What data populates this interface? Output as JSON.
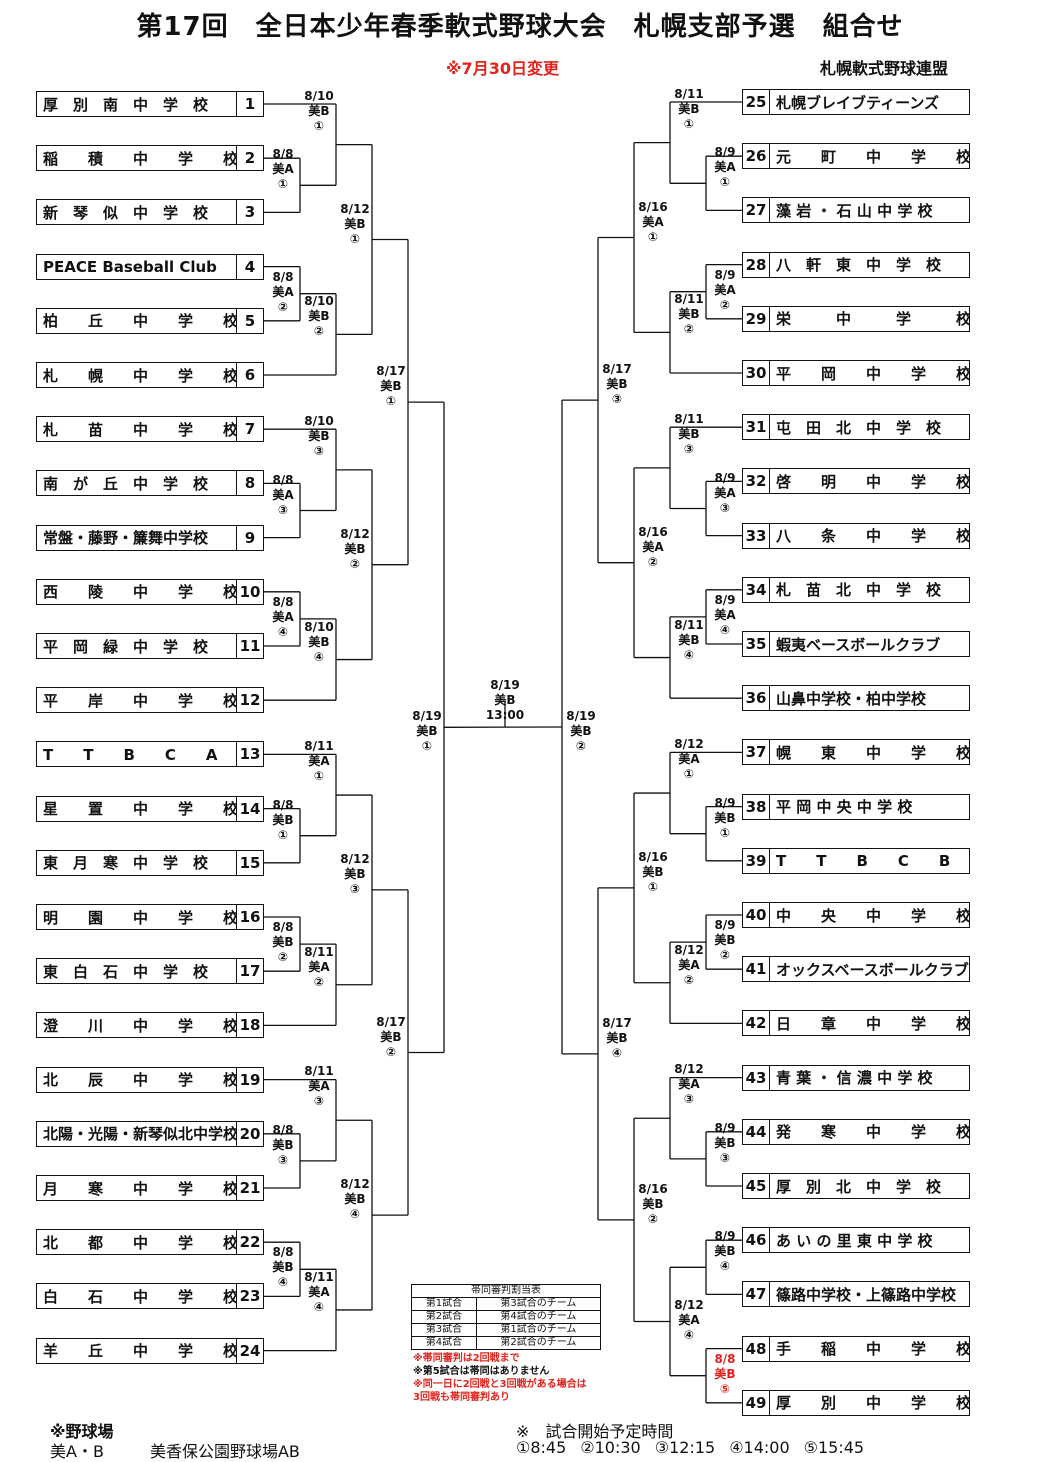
{
  "title": "第17回　全日本少年春季軟式野球大会　札幌支部予選　組合せ",
  "change_note": "※7月30日変更",
  "organization": "札幌軟式野球連盟",
  "left_teams": [
    {
      "num": "1",
      "name": "厚　別　南　中　学　校"
    },
    {
      "num": "2",
      "name": "稲　　積　　中　　学　　校"
    },
    {
      "num": "3",
      "name": "新　琴　似　中　学　校"
    },
    {
      "num": "4",
      "name": "PEACE  Baseball  Club"
    },
    {
      "num": "5",
      "name": "柏　　丘　　中　　学　　校"
    },
    {
      "num": "6",
      "name": "札　　幌　　中　　学　　校"
    },
    {
      "num": "7",
      "name": "札　　苗　　中　　学　　校"
    },
    {
      "num": "8",
      "name": "南　が　丘　中　学　校"
    },
    {
      "num": "9",
      "name": "常盤・藤野・簾舞中学校"
    },
    {
      "num": "10",
      "name": "西　　陵　　中　　学　　校"
    },
    {
      "num": "11",
      "name": "平　岡　緑　中　学　校"
    },
    {
      "num": "12",
      "name": "平　　岸　　中　　学　　校"
    },
    {
      "num": "13",
      "name": "T　　T　　B　　C　　A"
    },
    {
      "num": "14",
      "name": "星　　置　　中　　学　　校"
    },
    {
      "num": "15",
      "name": "東　月　寒　中　学　校"
    },
    {
      "num": "16",
      "name": "明　　園　　中　　学　　校"
    },
    {
      "num": "17",
      "name": "東　白　石　中　学　校"
    },
    {
      "num": "18",
      "name": "澄　　川　　中　　学　　校"
    },
    {
      "num": "19",
      "name": "北　　辰　　中　　学　　校"
    },
    {
      "num": "20",
      "name": "北陽・光陽・新琴似北中学校"
    },
    {
      "num": "21",
      "name": "月　　寒　　中　　学　　校"
    },
    {
      "num": "22",
      "name": "北　　都　　中　　学　　校"
    },
    {
      "num": "23",
      "name": "白　　石　　中　　学　　校"
    },
    {
      "num": "24",
      "name": "羊　　丘　　中　　学　　校"
    }
  ],
  "right_teams": [
    {
      "num": "25",
      "name": "札幌ブレイブティーンズ"
    },
    {
      "num": "26",
      "name": "元　　町　　中　　学　　校"
    },
    {
      "num": "27",
      "name": "藻 岩 ・ 石 山 中 学 校"
    },
    {
      "num": "28",
      "name": "八　軒　東　中　学　校"
    },
    {
      "num": "29",
      "name": "栄　　　中　　　学　　　校"
    },
    {
      "num": "30",
      "name": "平　　岡　　中　　学　　校"
    },
    {
      "num": "31",
      "name": "屯　田　北　中　学　校"
    },
    {
      "num": "32",
      "name": "啓　　明　　中　　学　　校"
    },
    {
      "num": "33",
      "name": "八　　条　　中　　学　　校"
    },
    {
      "num": "34",
      "name": "札　苗　北　中　学　校"
    },
    {
      "num": "35",
      "name": "蝦夷ベースボールクラブ"
    },
    {
      "num": "36",
      "name": "山鼻中学校・柏中学校"
    },
    {
      "num": "37",
      "name": "幌　　東　　中　　学　　校"
    },
    {
      "num": "38",
      "name": "平 岡 中 央 中 学 校"
    },
    {
      "num": "39",
      "name": "T　　T　　B　　C　　B"
    },
    {
      "num": "40",
      "name": "中　　央　　中　　学　　校"
    },
    {
      "num": "41",
      "name": "オックスベースボールクラブ"
    },
    {
      "num": "42",
      "name": "日　　章　　中　　学　　校"
    },
    {
      "num": "43",
      "name": "青 葉 ・ 信 濃 中 学 校"
    },
    {
      "num": "44",
      "name": "発　　寒　　中　　学　　校"
    },
    {
      "num": "45",
      "name": "厚　別　北　中　学　校"
    },
    {
      "num": "46",
      "name": "あ い の 里 東 中 学 校"
    },
    {
      "num": "47",
      "name": "篠路中学校・上篠路中学校"
    },
    {
      "num": "48",
      "name": "手　　稲　　中　　学　　校"
    },
    {
      "num": "49",
      "name": "厚　　別　　中　　学　　校"
    }
  ],
  "match_labels": {
    "L_r1_a": "8/8\n美A\n①",
    "L_r2_a": "8/10\n美B\n①",
    "L_r1_b": "8/8\n美A\n②",
    "L_r2_b": "8/10\n美B\n②",
    "L_r1_c": "8/8\n美A\n③",
    "L_r2_c": "8/10\n美B\n③",
    "L_r1_d": "8/8\n美A\n④",
    "L_r2_d": "8/10\n美B\n④",
    "L_r1_e": "8/8\n美B\n①",
    "L_r2_e": "8/11\n美A\n①",
    "L_r1_f": "8/8\n美B\n②",
    "L_r2_f": "8/11\n美A\n②",
    "L_r1_g": "8/8\n美B\n③",
    "L_r2_g": "8/11\n美A\n③",
    "L_r1_h": "8/8\n美B\n④",
    "L_r2_h": "8/11\n美A\n④",
    "L_r3_a": "8/12\n美B\n①",
    "L_r3_b": "8/12\n美B\n②",
    "L_r3_c": "8/12\n美B\n③",
    "L_r3_d": "8/12\n美B\n④",
    "L_r4_a": "8/17\n美B\n①",
    "L_r4_b": "8/17\n美B\n②",
    "L_semi": "8/19\n美B\n①",
    "R_r1_a": "8/9\n美A\n①",
    "R_r2_a": "8/11\n美B\n①",
    "R_r1_b": "8/9\n美A\n②",
    "R_r2_b": "8/11\n美B\n②",
    "R_r2_c": "8/11\n美B\n③",
    "R_r1_c": "8/9\n美A\n③",
    "R_r1_d": "8/9\n美A\n④",
    "R_r2_d": "8/11\n美B\n④",
    "R_r2_e": "8/12\n美A\n①",
    "R_r1_e": "8/9\n美B\n①",
    "R_r1_f": "8/9\n美B\n②",
    "R_r2_f": "8/12\n美A\n②",
    "R_r2_g": "8/12\n美A\n③",
    "R_r1_g": "8/9\n美B\n③",
    "R_r1_h": "8/9\n美B\n④",
    "R_r2_h": "8/12\n美A\n④",
    "R_r0_h": "8/8\n美B\n⑤",
    "R_r3_a": "8/16\n美A\n①",
    "R_r3_b": "8/16\n美A\n②",
    "R_r3_c": "8/16\n美B\n①",
    "R_r3_d": "8/16\n美B\n②",
    "R_r4_a": "8/17\n美B\n③",
    "R_r4_b": "8/17\n美B\n④",
    "R_semi": "8/19\n美B\n②"
  },
  "final": "8/19\n美B\n13:00",
  "umpire_table": {
    "title": "帯同審判割当表",
    "rows": [
      [
        "第1試合",
        "第3試合のチーム"
      ],
      [
        "第2試合",
        "第4試合のチーム"
      ],
      [
        "第3試合",
        "第1試合のチーム"
      ],
      [
        "第4試合",
        "第2試合のチーム"
      ]
    ],
    "note1": "※帯同審判は2回戦まで",
    "note2": "※第5試合は帯同はありません",
    "note3": "※同一日に2回戦と3回戦がある場合は",
    "note4": "3回戦も帯同審判あり"
  },
  "venue": {
    "heading": "※野球場",
    "label": "美A・B",
    "name": "美香保公園野球場AB"
  },
  "times": {
    "heading": "※　試合開始予定時間",
    "slots": [
      "①8:45",
      "②10:30",
      "③12:15",
      "④14:00",
      "⑤15:45"
    ]
  }
}
